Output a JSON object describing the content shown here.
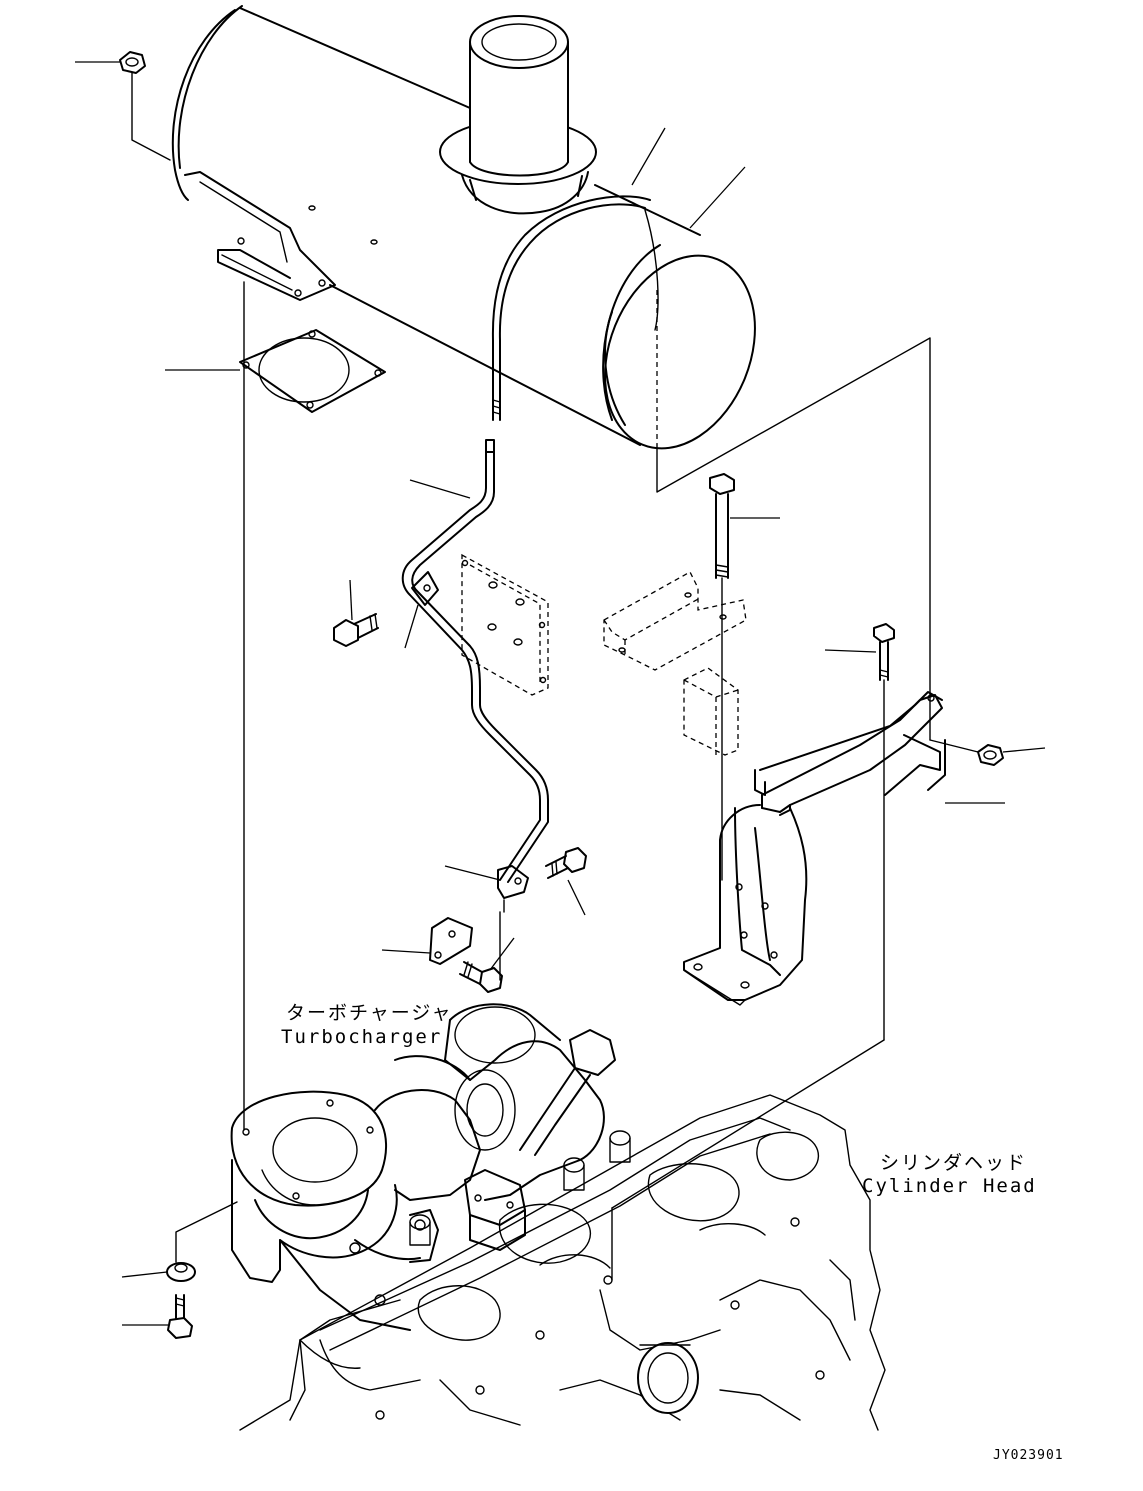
{
  "labels": {
    "turbocharger_jp": "ターボチャージャ",
    "turbocharger_en": "Turbocharger",
    "cylinder_head_jp": "シリンダヘッド",
    "cylinder_head_en": "Cylinder Head"
  },
  "drawing_code": "JY023901",
  "icons": {
    "muffler": "muffler-icon",
    "gasket": "gasket-icon",
    "tail_pipe": "pipe-icon",
    "bracket": "bracket-icon",
    "bolt": "bolt-icon",
    "nut": "nut-icon",
    "turbocharger": "turbocharger-icon",
    "cylinder_head": "cylinder-head-icon"
  }
}
